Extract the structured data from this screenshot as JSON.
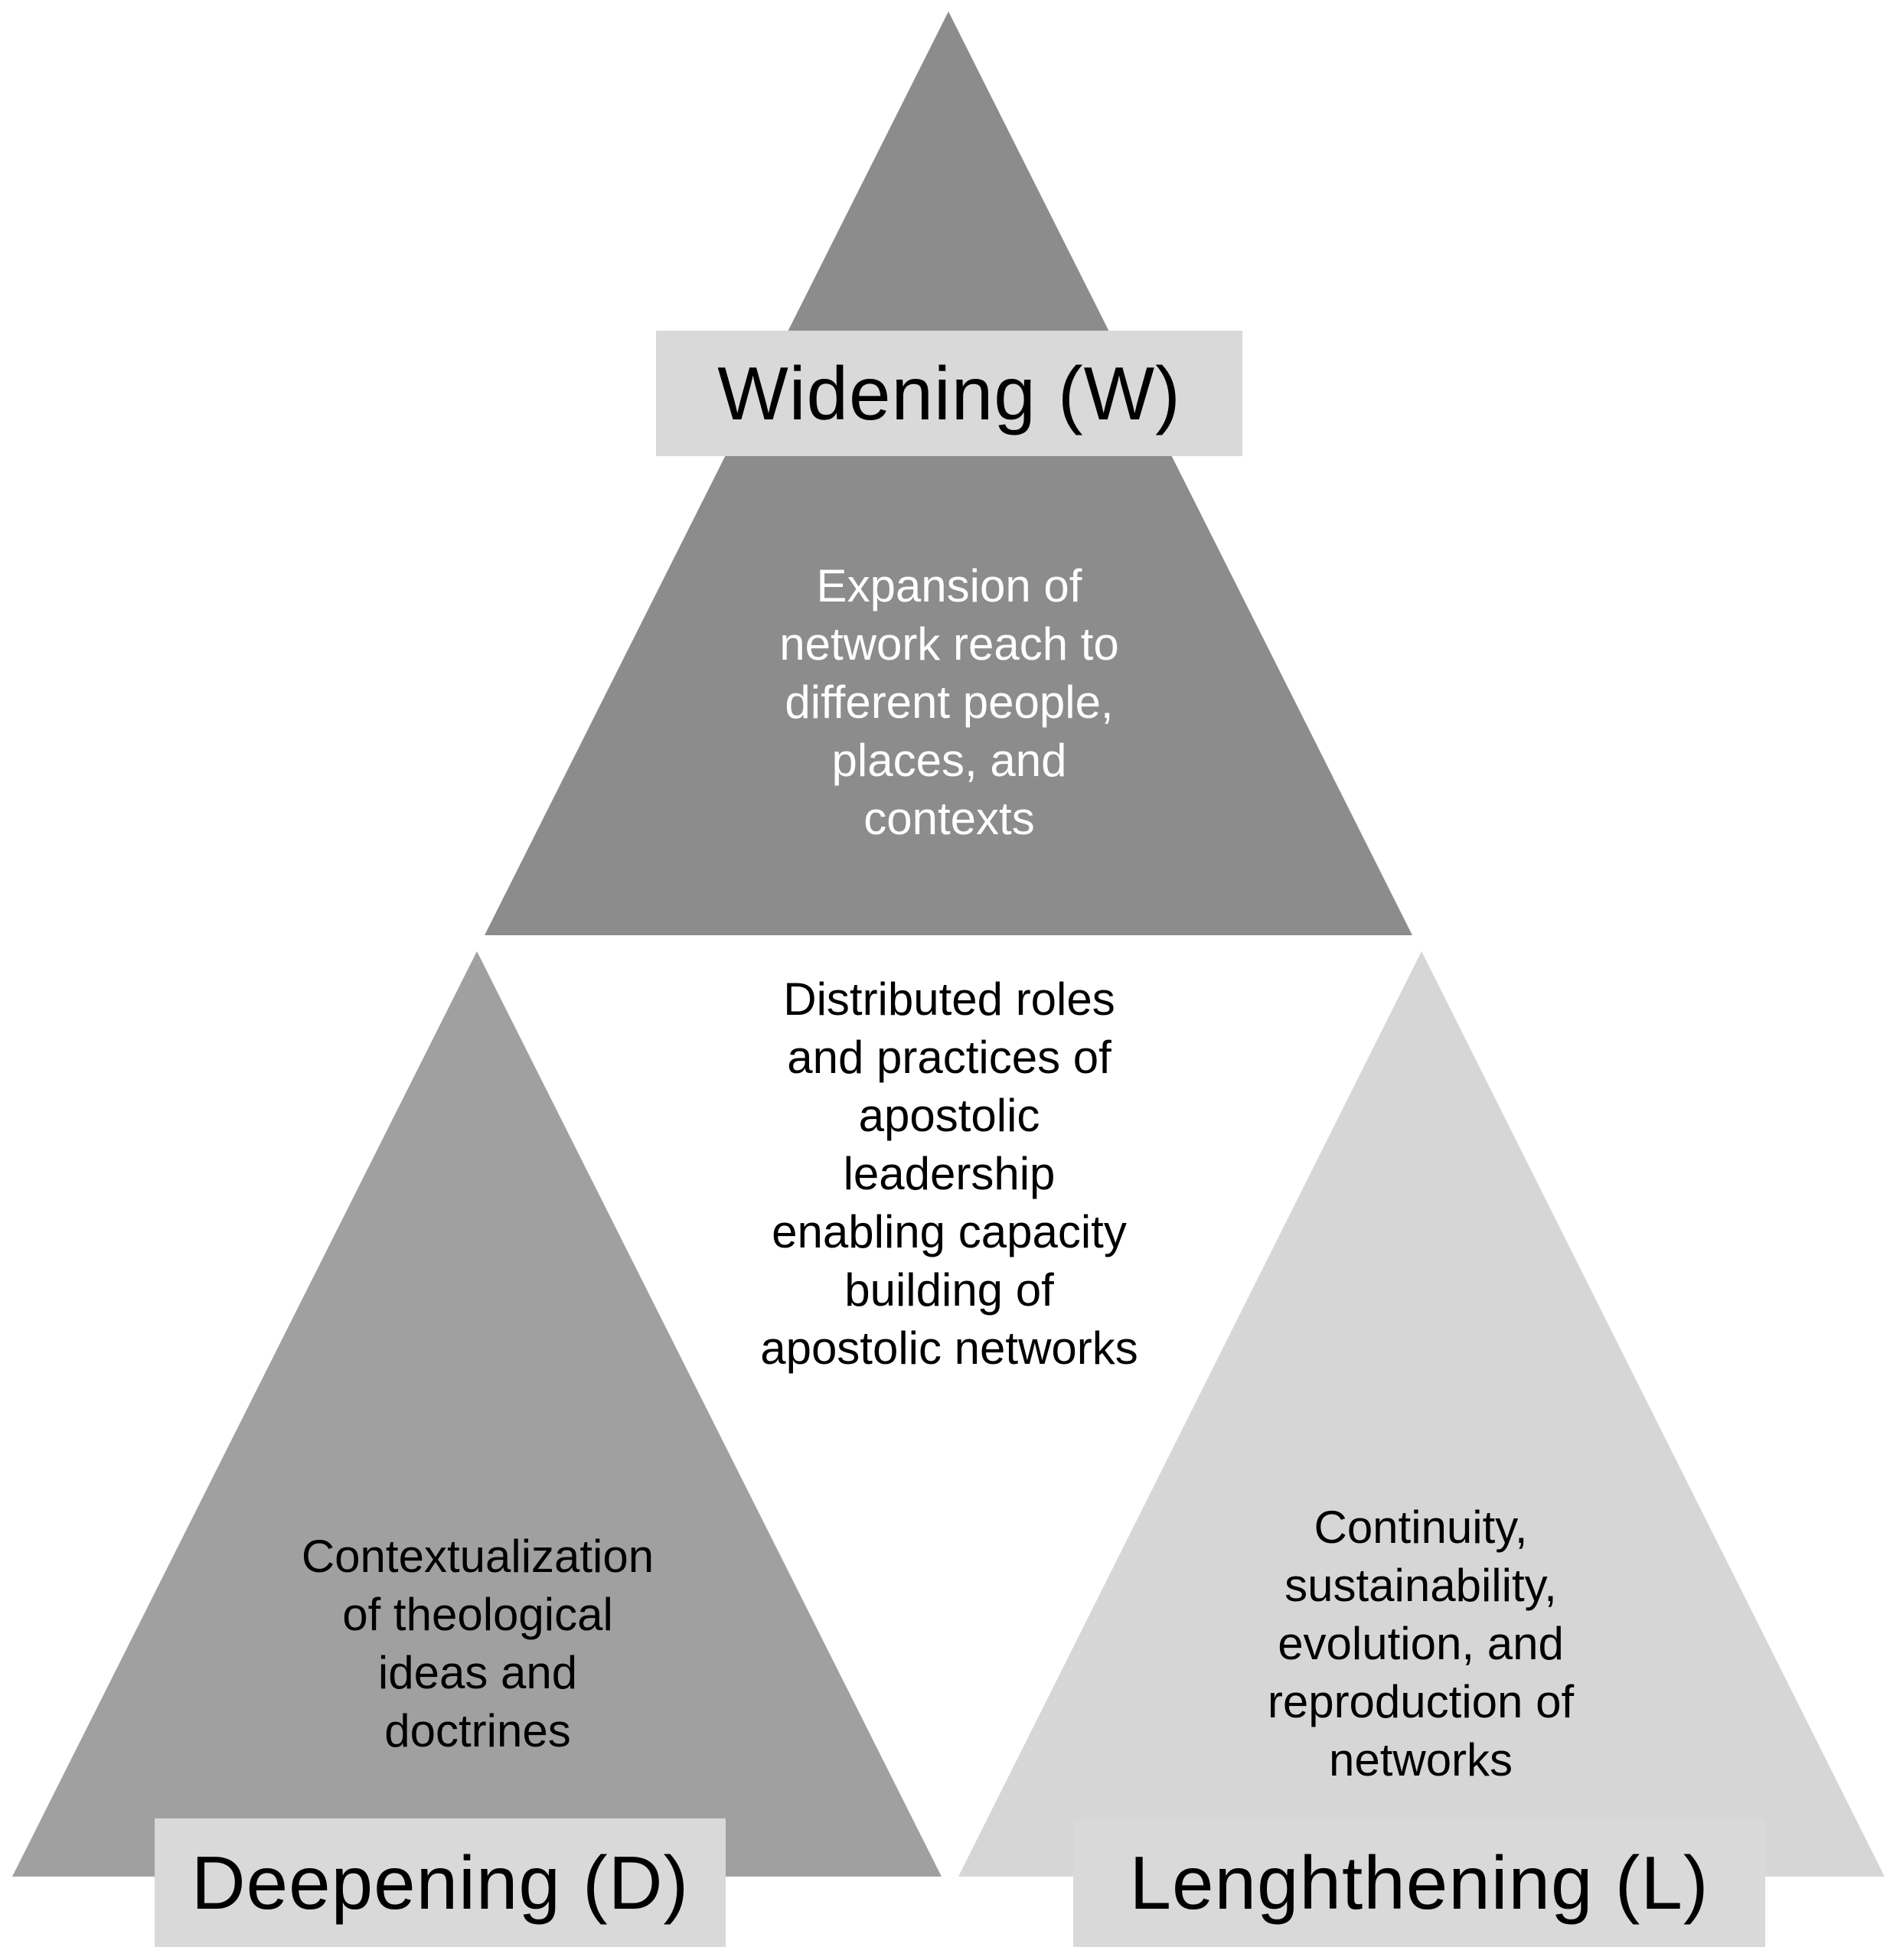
{
  "colors": {
    "widening_fill": "#8c8c8c",
    "deepening_fill": "#a0a0a0",
    "lengthening_fill": "#d6d6d6",
    "label_fill": "#d9d9d9"
  },
  "widening": {
    "label": "Widening (W)",
    "description": "Expansion of\nnetwork reach to\ndifferent people,\nplaces, and\ncontexts"
  },
  "deepening": {
    "label": "Deepening (D)",
    "description": "Contextualization\nof  theological\nideas and\ndoctrines"
  },
  "lengthening": {
    "label": "Lenghthening (L)",
    "description": "Continuity,\nsustainability,\nevolution, and\nreproduction of\nnetworks"
  },
  "center": {
    "description": "Distributed roles\nand practices of\napostolic\nleadership\nenabling capacity\nbuilding of\napostolic networks"
  }
}
